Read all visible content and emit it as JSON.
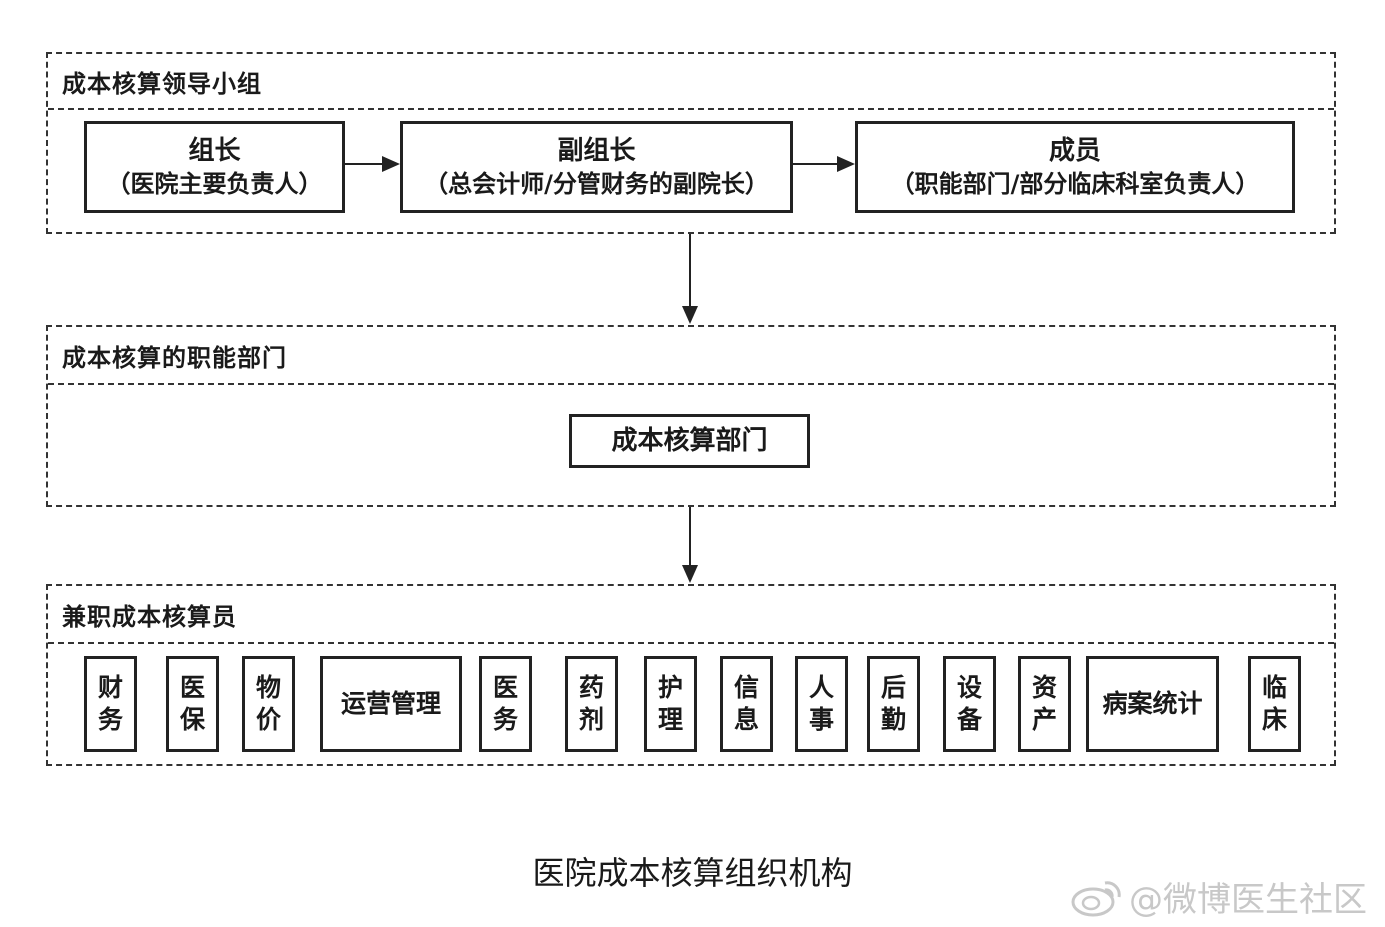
{
  "groups": {
    "leadership": {
      "title": "成本核算领导小组",
      "leader": {
        "title": "组长",
        "desc": "（医院主要负责人）"
      },
      "deputy": {
        "title": "副组长",
        "desc": "（总会计师/分管财务的副院长）"
      },
      "members": {
        "title": "成员",
        "desc": "（职能部门/部分临床科室负责人）"
      }
    },
    "functional": {
      "title": "成本核算的职能部门",
      "department": "成本核算部门"
    },
    "parttime": {
      "title": "兼职成本核算员",
      "units": [
        "财务",
        "医保",
        "物价",
        "运营管理",
        "医务",
        "药剂",
        "护理",
        "信息",
        "人事",
        "后勤",
        "设备",
        "资产",
        "病案统计",
        "临床"
      ]
    }
  },
  "caption": "医院成本核算组织机构",
  "watermark": "@微博医生社区",
  "icons": {
    "watermark": "weibo-logo-icon"
  }
}
